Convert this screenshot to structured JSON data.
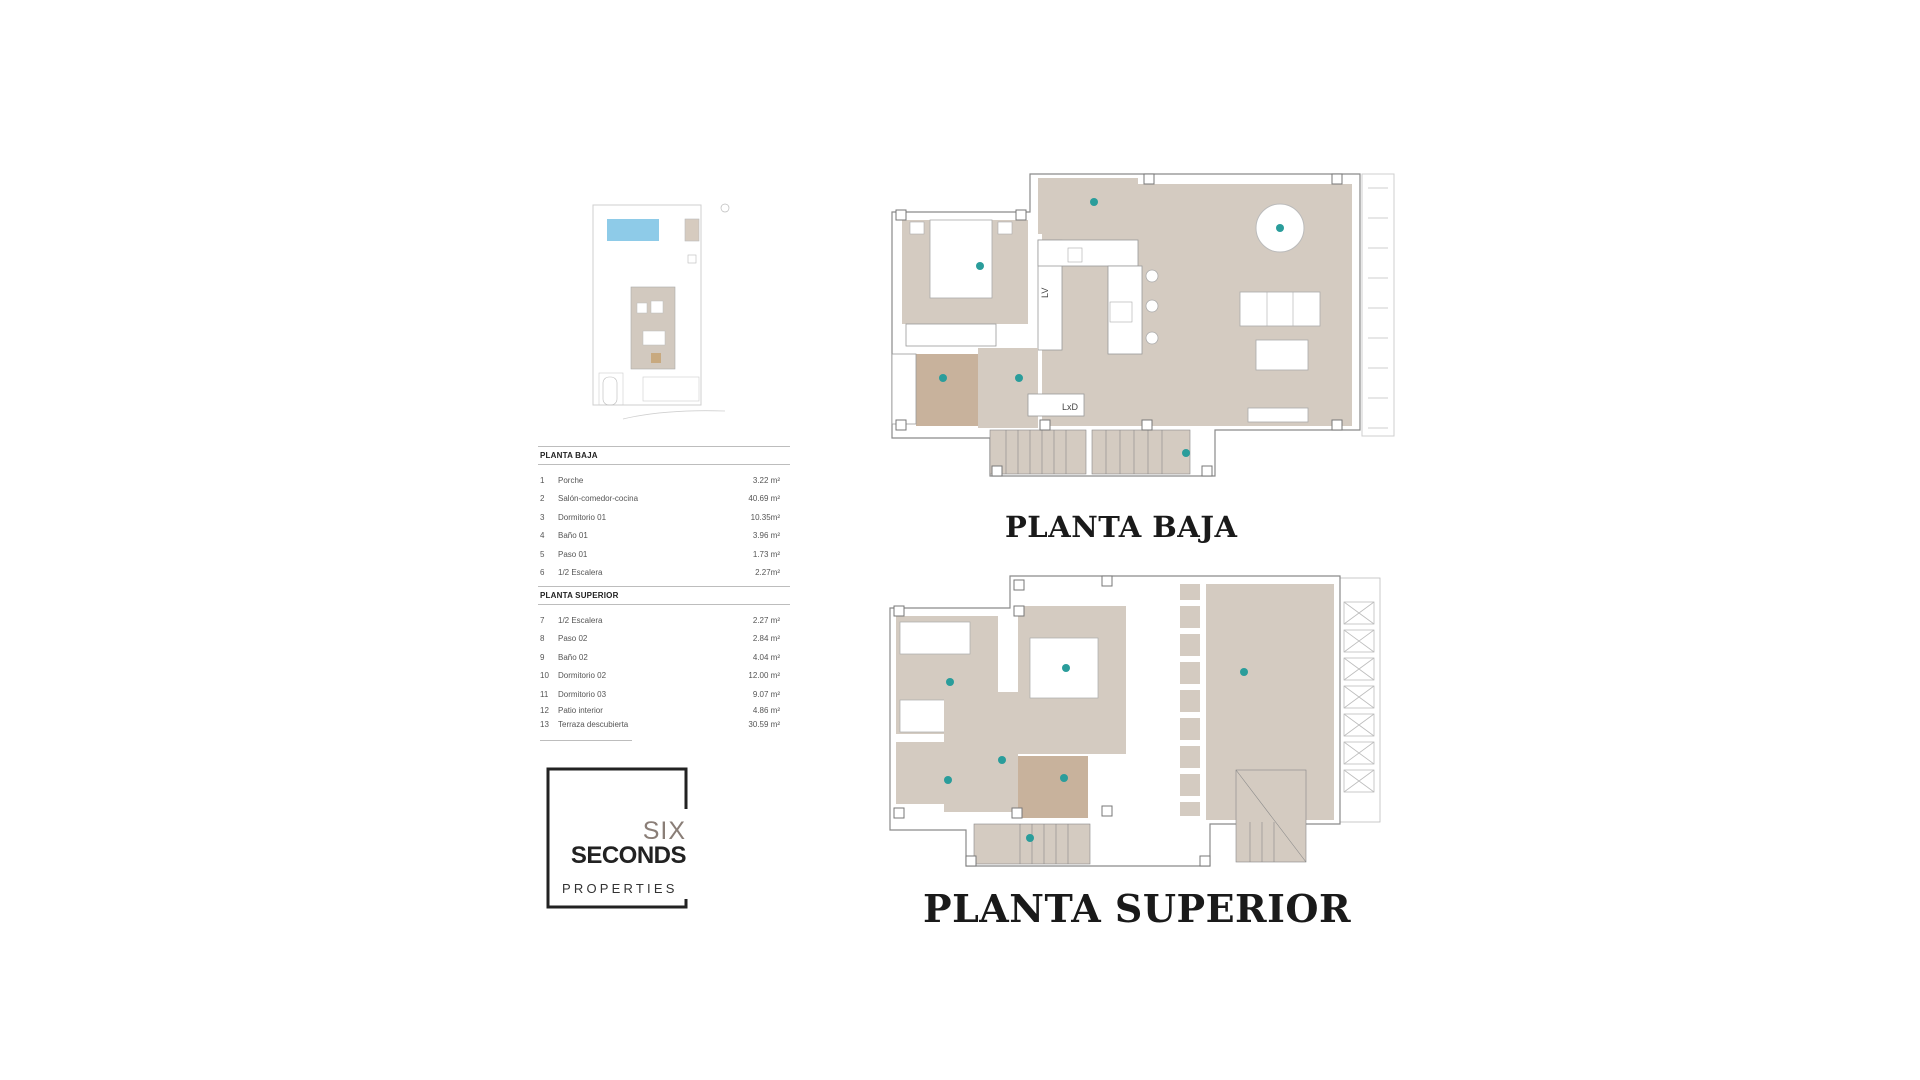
{
  "site_plan": {
    "label": "site-plan-thumbnail",
    "pool_color": "#8ecbe8",
    "house_color": "#d2c9bf",
    "north_marker": "north-arrow"
  },
  "room_table": {
    "sections": [
      {
        "title": "PLANTA BAJA",
        "rooms": [
          {
            "num": "1",
            "name": "Porche",
            "area": "3.22 m²"
          },
          {
            "num": "2",
            "name": "Salón-comedor-cocina",
            "area": "40.69 m²"
          },
          {
            "num": "3",
            "name": "Dormitorio 01",
            "area": "10.35m²"
          },
          {
            "num": "4",
            "name": "Baño 01",
            "area": "3.96 m²"
          },
          {
            "num": "5",
            "name": "Paso 01",
            "area": "1.73 m²"
          },
          {
            "num": "6",
            "name": "1/2 Escalera",
            "area": "2.27m²"
          }
        ]
      },
      {
        "title": "PLANTA SUPERIOR",
        "rooms": [
          {
            "num": "7",
            "name": "1/2 Escalera",
            "area": "2.27 m²"
          },
          {
            "num": "8",
            "name": "Paso 02",
            "area": "2.84 m²"
          },
          {
            "num": "9",
            "name": "Baño 02",
            "area": "4.04 m²"
          },
          {
            "num": "10",
            "name": "Dormitorio 02",
            "area": "12.00 m²"
          },
          {
            "num": "11",
            "name": "Dormitorio 03",
            "area": "9.07 m²"
          },
          {
            "num": "12",
            "name": "Patio interior",
            "area": "4.86 m²"
          },
          {
            "num": "13",
            "name": "Terraza descubierta",
            "area": "30.59 m²"
          }
        ]
      }
    ]
  },
  "logo": {
    "line1": "SIX",
    "line2": "SECONDS",
    "line3": "PROPERTIES"
  },
  "plans": {
    "baja": {
      "title": "PLANTA BAJA",
      "labels": {
        "washer": "LV",
        "laundry": "LxD"
      }
    },
    "superior": {
      "title": "PLANTA SUPERIOR"
    }
  },
  "colors": {
    "floor": "#d4cbc1",
    "bath_floor": "#c8b29c",
    "wall": "#ffffff",
    "wall_line": "#8a8a8a",
    "marker": "#2a9d9b",
    "logo_grey": "#8a7e77",
    "logo_dark": "#222222"
  }
}
